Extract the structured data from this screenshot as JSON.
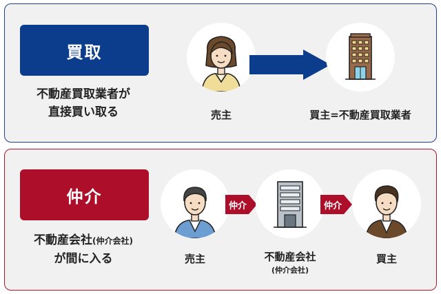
{
  "buyout": {
    "badge": "買取",
    "desc_line1": "不動産買取業者が",
    "desc_line2": "直接買い取る",
    "seller_label": "売主",
    "buyer_label": "買主=不動産買取業者",
    "color": "#0c3d8c"
  },
  "brokerage": {
    "badge": "仲介",
    "desc_line1_main": "不動産会社",
    "desc_line1_small": "(仲介会社)",
    "desc_line2": "が間に入る",
    "arrow1_label": "仲介",
    "arrow2_label": "仲介",
    "seller_label": "売主",
    "agent_label": "不動産会社",
    "agent_sublabel": "(仲介会社)",
    "buyer_label": "買主",
    "color": "#ad0e29"
  },
  "icons": [
    "woman-seller-icon",
    "office-building-icon",
    "man-seller-icon",
    "agency-building-icon",
    "man-buyer-icon",
    "right-arrow-icon"
  ]
}
